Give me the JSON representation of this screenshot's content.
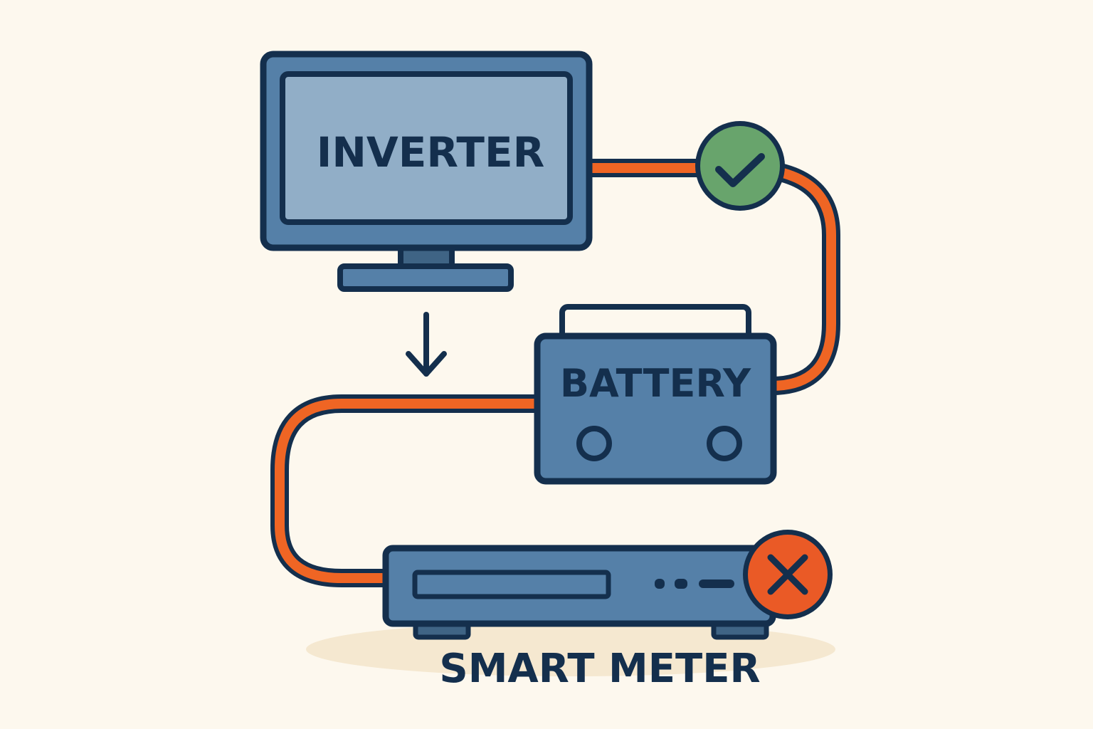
{
  "colors": {
    "background": "#fdf8ee",
    "outline": "#142f4d",
    "device_fill": "#5580a8",
    "screen_fill": "#91aec7",
    "cable": "#ef6524",
    "ok": "#68a46c",
    "error": "#ea5a26",
    "shadow": "#f5e8d0"
  },
  "nodes": {
    "inverter": {
      "label": "INVERTER",
      "icon": "monitor-icon"
    },
    "battery": {
      "label": "BATTERY",
      "icon": "battery-icon"
    },
    "smart_meter": {
      "label": "SMART METER",
      "icon": "set-top-box-icon"
    }
  },
  "links": [
    {
      "from": "inverter",
      "to": "battery",
      "status": "ok",
      "icon": "checkmark-icon"
    },
    {
      "from": "battery",
      "to": "smart_meter",
      "status": "error",
      "icon": "cross-icon"
    }
  ],
  "arrow": {
    "icon": "arrow-down-icon",
    "from": "inverter",
    "direction": "down"
  }
}
